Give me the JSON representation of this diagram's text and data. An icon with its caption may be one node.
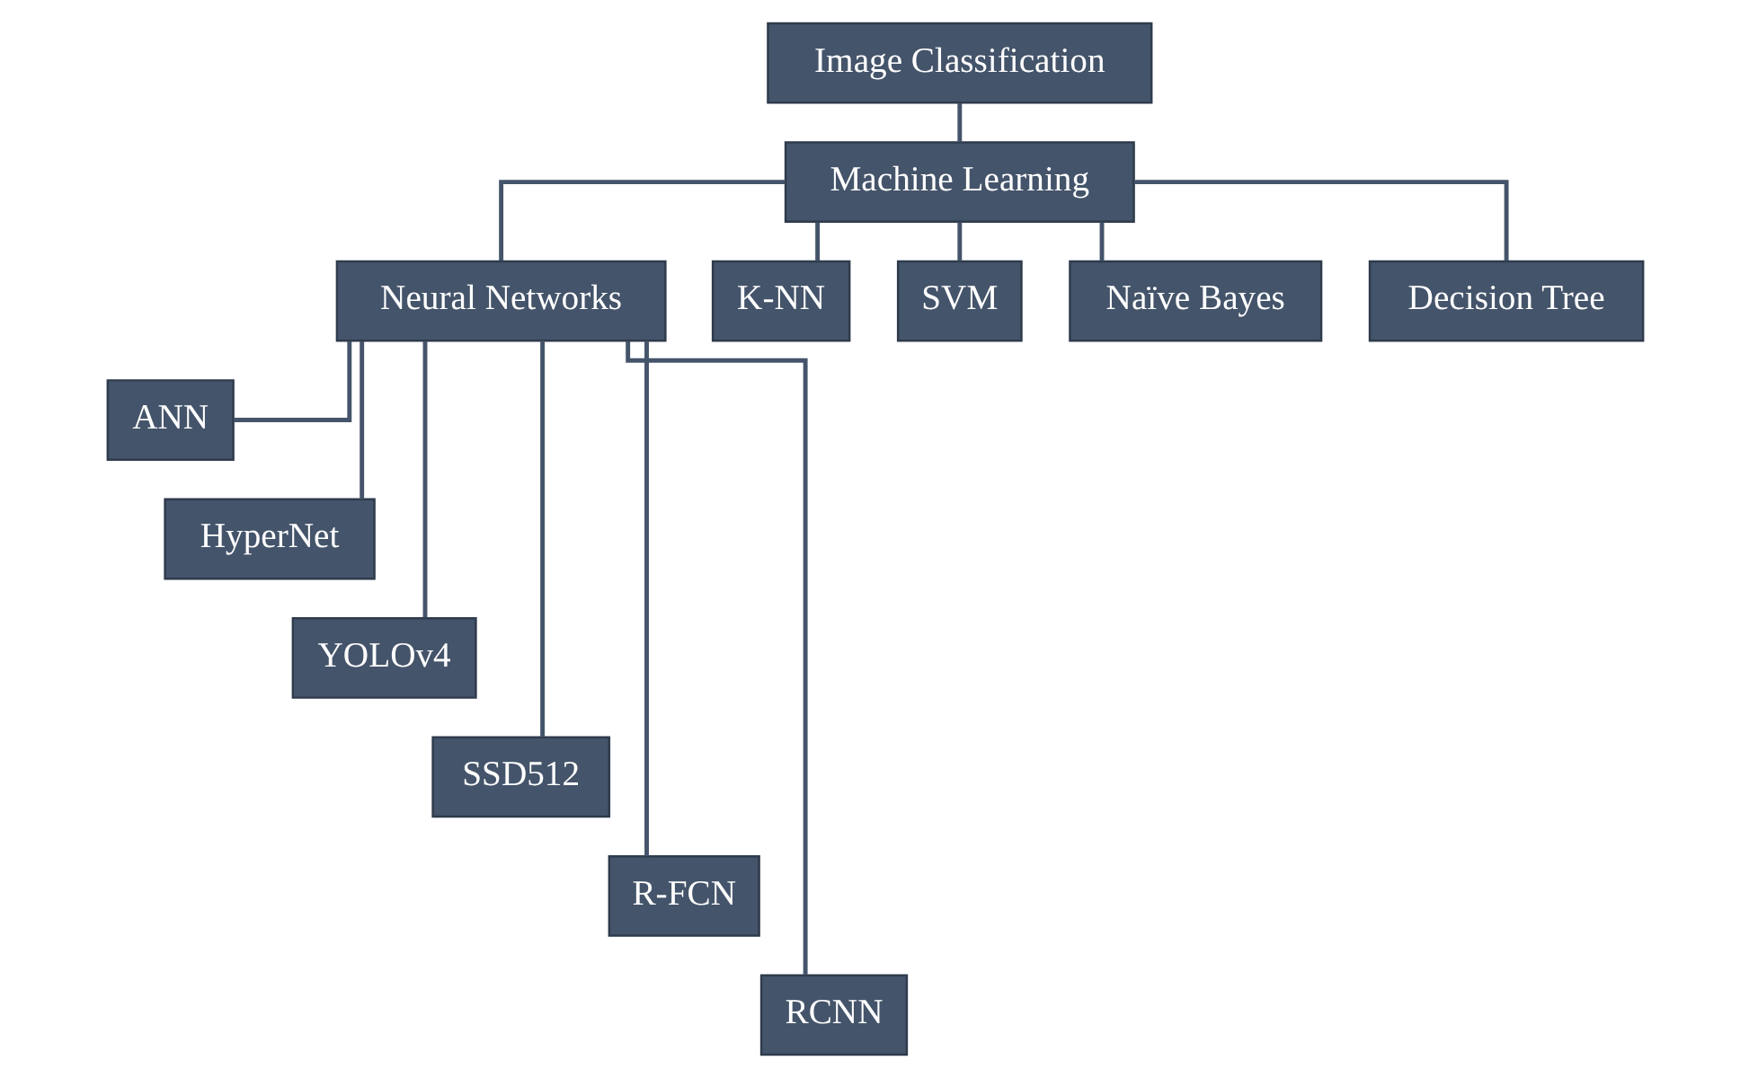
{
  "diagram": {
    "nodes": [
      {
        "text": [
          "Image Classification"
        ]
      },
      {
        "text": [
          "Machine Learning"
        ]
      },
      {
        "text": [
          "Neural Networks"
        ]
      },
      {
        "text": [
          "K-NN"
        ]
      },
      {
        "text": [
          "SVM"
        ]
      },
      {
        "text": [
          "Naïve Bayes"
        ]
      },
      {
        "text": [
          "Decision Tree"
        ]
      },
      {
        "text": [
          "ANN"
        ]
      },
      {
        "text": [
          "HyperNet"
        ]
      },
      {
        "text": [
          "YOLOv4"
        ]
      },
      {
        "text": [
          "SSD512"
        ]
      },
      {
        "text": [
          "R-FCN"
        ]
      },
      {
        "text": [
          "RCNN"
        ]
      }
    ],
    "edges": [
      {
        "from": 0,
        "to": 1,
        "arrow": "none"
      },
      {
        "from": 1,
        "to": 2,
        "arrow": "none"
      },
      {
        "from": 1,
        "to": 3,
        "arrow": "none"
      },
      {
        "from": 1,
        "to": 4,
        "arrow": "none"
      },
      {
        "from": 1,
        "to": 5,
        "arrow": "none"
      },
      {
        "from": 1,
        "to": 6,
        "arrow": "none"
      },
      {
        "from": 2,
        "to": 7,
        "arrow": "none"
      },
      {
        "from": 2,
        "to": 8,
        "arrow": "none"
      },
      {
        "from": 2,
        "to": 9,
        "arrow": "none"
      },
      {
        "from": 2,
        "to": 10,
        "arrow": "none"
      },
      {
        "from": 2,
        "to": 11,
        "arrow": "none"
      },
      {
        "from": 2,
        "to": 12,
        "arrow": "none"
      }
    ]
  }
}
